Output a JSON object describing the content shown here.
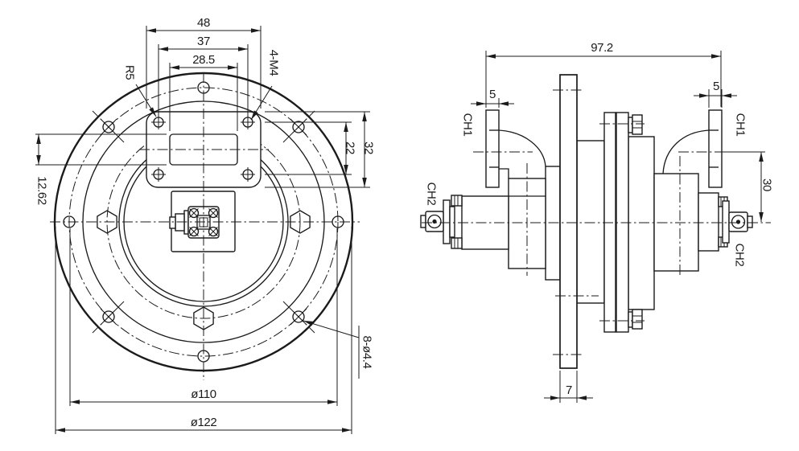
{
  "drawing": {
    "title": "flanged rotary joint two-view engineering drawing",
    "front_view": {
      "dims": {
        "flange_width": "48",
        "screw_span_h": "37",
        "aperture_width": "28.5",
        "corner_radius": "R5",
        "screw_spec": "4-M4",
        "screw_span_v": "22",
        "flange_height": "32",
        "aperture_height": "12.62",
        "bolt_circle_dia": "ø110",
        "outer_dia": "ø122",
        "bolt_hole_spec": "8-ø4.4"
      }
    },
    "side_view": {
      "dims": {
        "overall_length": "97.2",
        "left_flange_thickness": "5",
        "right_flange_thickness": "5",
        "port_offset": "30",
        "disc_thickness": "7"
      },
      "labels": {
        "ch1_left": "CH1",
        "ch1_right": "CH1",
        "ch2_left": "CH2",
        "ch2_right": "CH2"
      }
    },
    "colors": {
      "line": "#1b1b1b",
      "background": "#ffffff"
    }
  }
}
